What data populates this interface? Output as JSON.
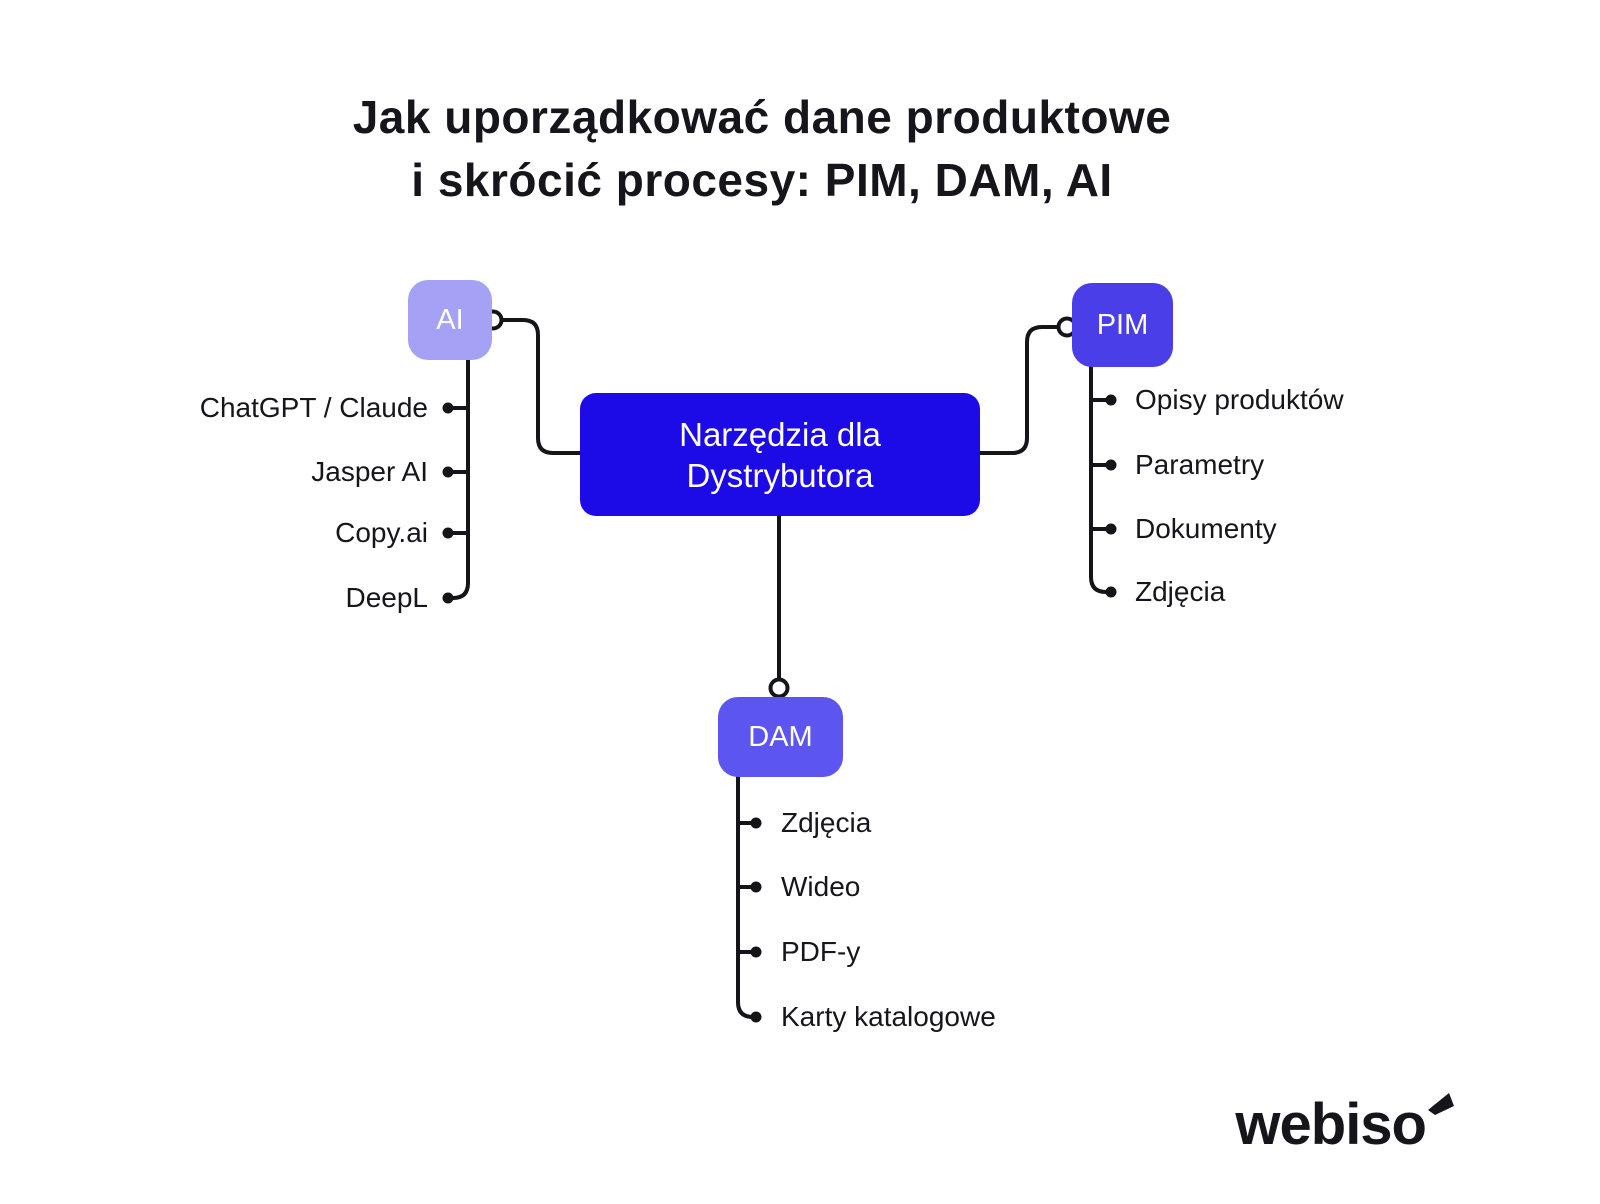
{
  "title": {
    "line1": "Jak uporządkować dane produktowe",
    "line2": "i skrócić procesy: PIM, DAM, AI"
  },
  "center": {
    "label_line1": "Narzędzia dla",
    "label_line2": "Dystrybutora"
  },
  "branches": {
    "ai": {
      "label": "AI",
      "items": [
        "ChatGPT / Claude",
        "Jasper AI",
        "Copy.ai",
        "DeepL"
      ]
    },
    "pim": {
      "label": "PIM",
      "items": [
        "Opisy produktów",
        "Parametry",
        "Dokumenty",
        "Zdjęcia"
      ]
    },
    "dam": {
      "label": "DAM",
      "items": [
        "Zdjęcia",
        "Wideo",
        "PDF-y",
        "Karty katalogowe"
      ]
    }
  },
  "logo": {
    "text": "webiso"
  },
  "colors": {
    "bg": "#ffffff",
    "ink": "#15151b",
    "line": "#141419",
    "center_fill": "#1c0ae7",
    "ai_fill": "#a5a2f6",
    "pim_fill": "#4a3ee8",
    "dam_fill": "#5d55ef"
  }
}
